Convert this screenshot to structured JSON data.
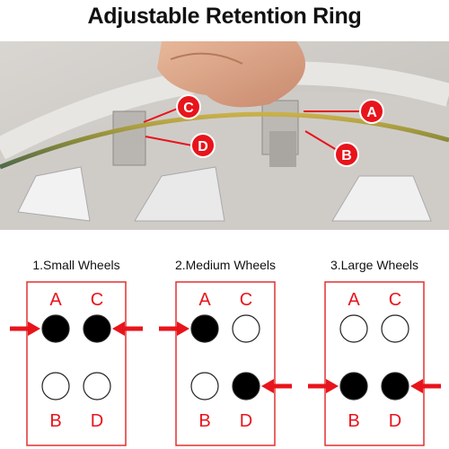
{
  "title": "Adjustable Retention Ring",
  "photo_callouts": [
    {
      "letter": "A"
    },
    {
      "letter": "B"
    },
    {
      "letter": "C"
    },
    {
      "letter": "D"
    }
  ],
  "panels": [
    {
      "caption": "1.Small Wheels",
      "letters": [
        "A",
        "C",
        "B",
        "D"
      ],
      "filled": [
        "A",
        "C"
      ]
    },
    {
      "caption": "2.Medium Wheels",
      "letters": [
        "A",
        "C",
        "B",
        "D"
      ],
      "filled": [
        "A",
        "D"
      ]
    },
    {
      "caption": "3.Large Wheels",
      "letters": [
        "A",
        "C",
        "B",
        "D"
      ],
      "filled": [
        "B",
        "D"
      ]
    }
  ],
  "colors": {
    "accent_red": "#e8141b",
    "panel_outline": "#e23030",
    "hole_filled": "#000000"
  }
}
